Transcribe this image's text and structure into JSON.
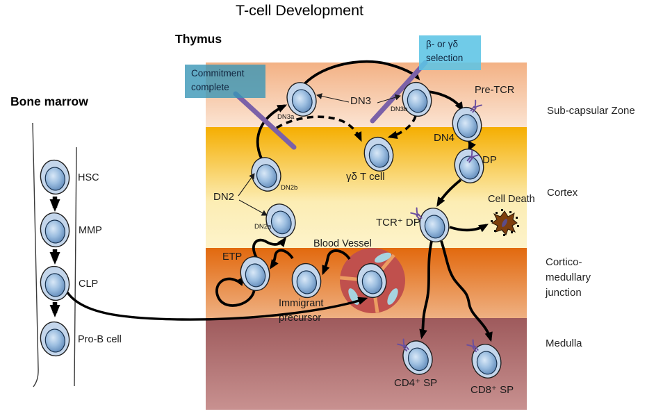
{
  "title": "T-cell Development",
  "thymus": {
    "label": "Thymus"
  },
  "bone_marrow": {
    "label": "Bone marrow",
    "cells": [
      {
        "label": "HSC"
      },
      {
        "label": "MMP"
      },
      {
        "label": "CLP"
      },
      {
        "label": "Pro-B cell"
      }
    ]
  },
  "callouts": {
    "commitment": "Commitment complete",
    "selection": "β- or γδ selection"
  },
  "zones": {
    "subcapsular": "Sub-capsular Zone",
    "cortex": "Cortex",
    "cortico_medullary": "Cortico-medullary junction",
    "medulla": "Medulla"
  },
  "stages": {
    "dn3": "DN3",
    "dn3a": "DN3a",
    "dn3b": "DN3b",
    "pre_tcr": "Pre-TCR",
    "dn4": "DN4",
    "dp": "DP",
    "gd_t_cell": "γδ T cell",
    "dn2": "DN2",
    "dn2a": "DN2a",
    "dn2b": "DN2b",
    "tcr_dp": "TCR⁺ DP",
    "cell_death": "Cell Death",
    "etp": "ETP",
    "blood_vessel": "Blood Vessel",
    "immigrant_precursor": "Immigrant precursor",
    "cd4_sp": "CD4⁺ SP",
    "cd8_sp": "CD8⁺ SP"
  },
  "colors": {
    "subcapsular_top": "#F4BA8E",
    "subcapsular_bottom": "#FBE3D2",
    "cortex_top": "#F5AF02",
    "cortex_bottom": "#FDF3CA",
    "junction_top": "#E2690E",
    "junction_bottom": "#EFAF7E",
    "medulla_top": "#9F5B5D",
    "medulla_bottom": "#C89190",
    "callout_commitment_bg": "#3A96B6",
    "callout_selection_bg": "#5CC4E5",
    "selection_bar_purple": "#7B61A8",
    "vessel_red": "#C0504D",
    "vessel_spot_blue": "#A6D4E0",
    "cell_outer": "#C4D6EB",
    "cell_inner": "#5E88BA",
    "arrow_black": "#000000"
  }
}
